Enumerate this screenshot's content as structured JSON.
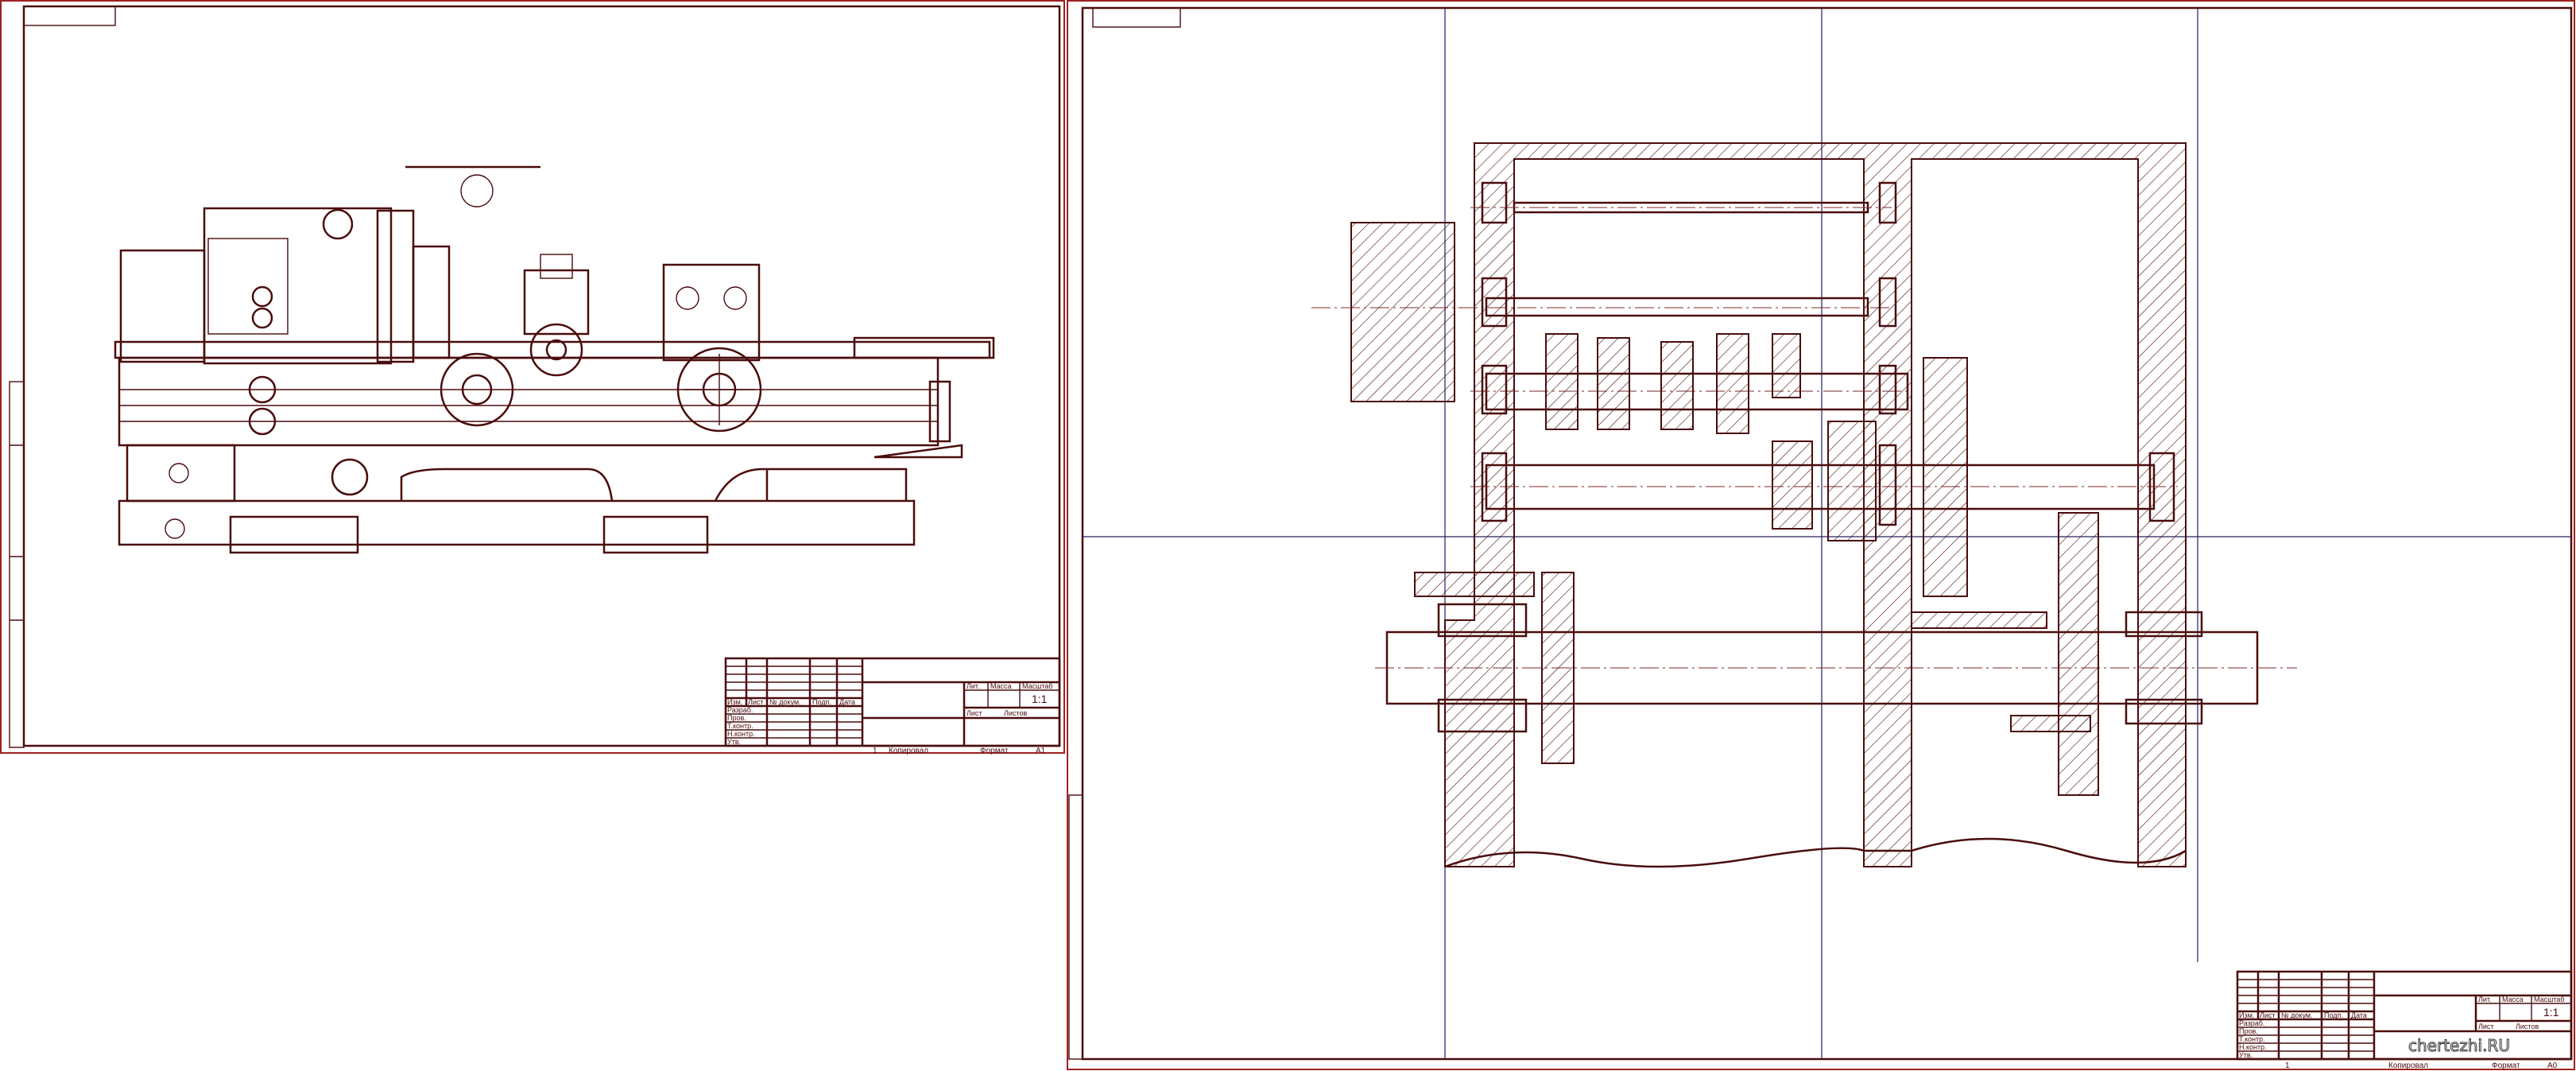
{
  "sheets": [
    {
      "name": "lathe-general-view",
      "title_block": {
        "headers": [
          "Изм.",
          "Лист",
          "№ докум.",
          "Подп.",
          "Дата"
        ],
        "roles": [
          "Разраб.",
          "Пров.",
          "Т.контр.",
          "Н.контр.",
          "Утв."
        ],
        "lit_label": "Лит.",
        "mass_label": "Масса",
        "scale_label": "Масштаб",
        "scale": "1:1",
        "sheet_label": "Лист",
        "sheets_label": "Листов",
        "copy_num": "1",
        "copied_label": "Копировал",
        "format_label": "Формат",
        "format": "A1"
      }
    },
    {
      "name": "gearbox-section",
      "title_block": {
        "headers": [
          "Изм.",
          "Лист",
          "№ докум.",
          "Подп.",
          "Дата"
        ],
        "roles": [
          "Разраб.",
          "Пров.",
          "Т.контр.",
          "Н.контр.",
          "Утв."
        ],
        "lit_label": "Лит.",
        "mass_label": "Масса",
        "scale_label": "Масштаб",
        "scale": "1:1",
        "sheet_label": "Лист",
        "sheets_label": "Листов",
        "copy_num": "1",
        "copied_label": "Копировал",
        "format_label": "Формат",
        "format": "A0"
      },
      "watermark": "chertezhi.RU"
    }
  ],
  "colors": {
    "line": "#4a0c0c",
    "border": "#a02020",
    "grid": "#202060"
  }
}
